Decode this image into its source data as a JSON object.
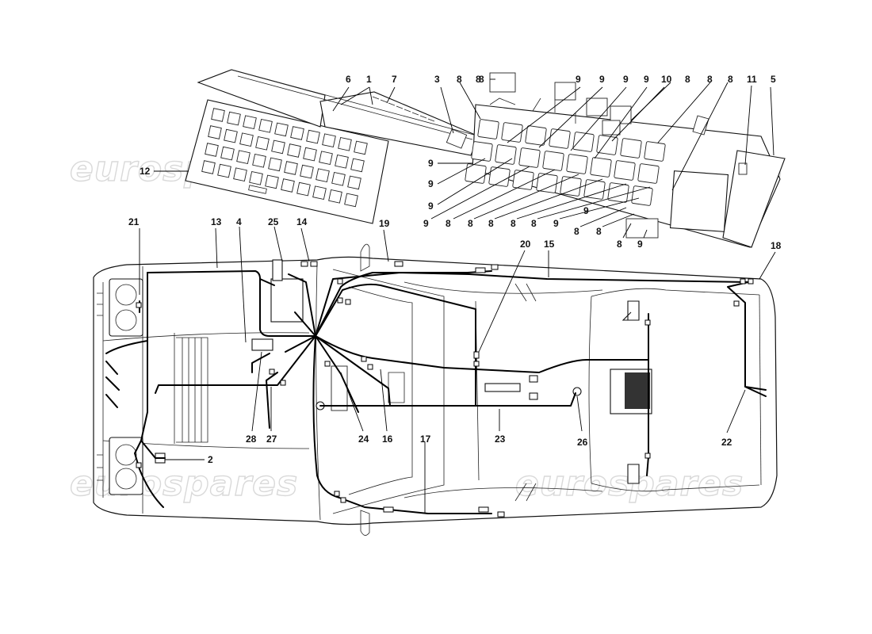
{
  "watermarks": [
    "eurospares",
    "eurospares",
    "eurospares",
    "eurospares"
  ],
  "callouts": {
    "c1": "1",
    "c2": "2",
    "c3": "3",
    "c4": "4",
    "c5": "5",
    "c6": "6",
    "c7": "7",
    "c8": "8",
    "c9": "9",
    "c10": "10",
    "c11": "11",
    "c12": "12",
    "c13": "13",
    "c14": "14",
    "c15": "15",
    "c16": "16",
    "c17": "17",
    "c18": "18",
    "c19": "19",
    "c20": "20",
    "c21": "21",
    "c22": "22",
    "c23": "23",
    "c24": "24",
    "c25": "25",
    "c26": "26",
    "c27": "27",
    "c28": "28"
  },
  "colors": {
    "line": "#111111",
    "watermark": "#d9d9d9",
    "background": "#ffffff"
  }
}
